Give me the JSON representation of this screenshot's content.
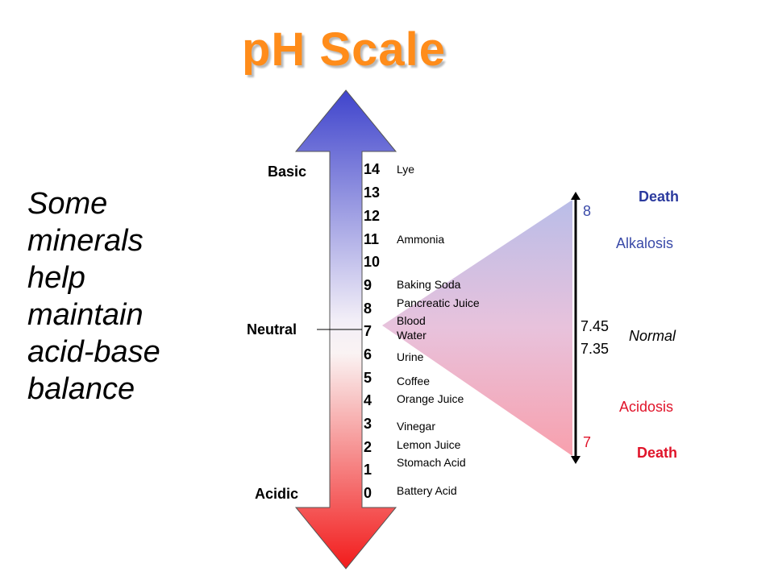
{
  "title": "pH Scale",
  "side_text": "Some minerals help maintain acid-base balance",
  "regions": {
    "basic": "Basic",
    "neutral": "Neutral",
    "acidic": "Acidic"
  },
  "scale": [
    {
      "ph": "14",
      "substance": "Lye"
    },
    {
      "ph": "13",
      "substance": ""
    },
    {
      "ph": "12",
      "substance": ""
    },
    {
      "ph": "11",
      "substance": "Ammonia"
    },
    {
      "ph": "10",
      "substance": ""
    },
    {
      "ph": "9",
      "substance": "Baking Soda"
    },
    {
      "ph": "8",
      "substance": "Pancreatic Juice"
    },
    {
      "ph": "7",
      "substance": "Blood"
    },
    {
      "ph": "6",
      "substance": "Urine"
    },
    {
      "ph": "5",
      "substance": "Coffee"
    },
    {
      "ph": "4",
      "substance": "Orange Juice"
    },
    {
      "ph": "3",
      "substance": "Vinegar"
    },
    {
      "ph": "2",
      "substance": "Lemon Juice"
    },
    {
      "ph": "1",
      "substance": "Stomach Acid"
    },
    {
      "ph": "0",
      "substance": "Battery Acid"
    }
  ],
  "extra_substances": {
    "water": "Water"
  },
  "blood_range": {
    "top_value": "8",
    "upper_normal": "7.45",
    "lower_normal": "7.35",
    "bottom_value": "7",
    "death_top": "Death",
    "alkalosis": "Alkalosis",
    "normal": "Normal",
    "acidosis": "Acidosis",
    "death_bottom": "Death"
  },
  "colors": {
    "title": "#ff8c1a",
    "basic_blue": "#3f44cc",
    "acidic_red": "#f21b1b",
    "death_top": "#2b3a9e",
    "alkalosis": "#3a4aa8",
    "acidosis": "#e0142a",
    "death_bottom": "#e0142a",
    "range_value_top": "#3a4aa8",
    "range_value_bottom": "#e0142a"
  }
}
